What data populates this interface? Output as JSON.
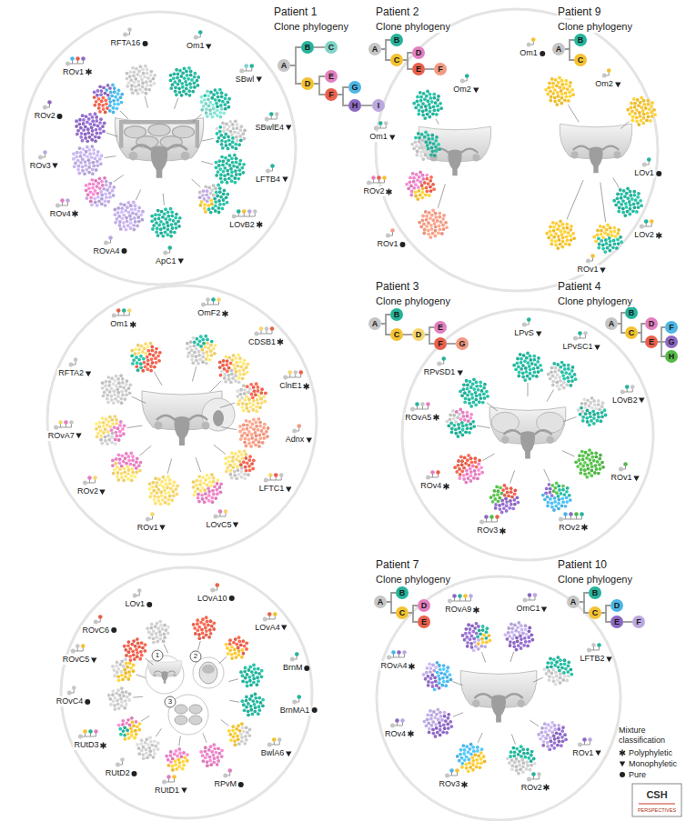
{
  "diagram": {
    "nodes": [
      {
        "text": [
          "A"
        ]
      },
      {
        "text": [
          "B"
        ]
      },
      {
        "text": [
          "C"
        ]
      },
      {
        "text": [
          "D"
        ]
      },
      {
        "text": [
          "E"
        ]
      },
      {
        "text": [
          "F"
        ]
      },
      {
        "text": [
          "G"
        ]
      },
      {
        "text": [
          "H"
        ]
      },
      {
        "text": [
          "I"
        ]
      },
      {
        "text": [
          "A"
        ]
      },
      {
        "text": [
          "B"
        ]
      },
      {
        "text": [
          "C"
        ]
      },
      {
        "text": [
          "D"
        ]
      },
      {
        "text": [
          "E"
        ]
      },
      {
        "text": [
          "F"
        ]
      },
      {
        "text": [
          "A"
        ]
      },
      {
        "text": [
          "B"
        ]
      },
      {
        "text": [
          "C"
        ]
      },
      {
        "text": [
          "A"
        ]
      },
      {
        "text": [
          "B"
        ]
      },
      {
        "text": [
          "C"
        ]
      },
      {
        "text": [
          "D"
        ]
      },
      {
        "text": [
          "E"
        ]
      },
      {
        "text": [
          "F"
        ]
      },
      {
        "text": [
          "G"
        ]
      },
      {
        "text": [
          "A"
        ]
      },
      {
        "text": [
          "B"
        ]
      },
      {
        "text": [
          "C"
        ]
      },
      {
        "text": [
          "D"
        ]
      },
      {
        "text": [
          "E"
        ]
      },
      {
        "text": [
          "F"
        ]
      },
      {
        "text": [
          "G"
        ]
      },
      {
        "text": [
          "H"
        ]
      },
      {
        "text": [
          "A"
        ]
      },
      {
        "text": [
          "B"
        ]
      },
      {
        "text": [
          "C"
        ]
      },
      {
        "text": [
          "D"
        ]
      },
      {
        "text": [
          "E"
        ]
      },
      {
        "text": [
          "A"
        ]
      },
      {
        "text": [
          "B"
        ]
      },
      {
        "text": [
          "C"
        ]
      },
      {
        "text": [
          "D"
        ]
      },
      {
        "text": [
          "E"
        ]
      },
      {
        "text": [
          "F"
        ]
      }
    ],
    "edges": [
      {
        "from": 0,
        "to": 1,
        "arrow": "none"
      },
      {
        "from": 1,
        "to": 2,
        "arrow": "none"
      },
      {
        "from": 0,
        "to": 3,
        "arrow": "none"
      },
      {
        "from": 3,
        "to": 4,
        "arrow": "none"
      },
      {
        "from": 3,
        "to": 5,
        "arrow": "none"
      },
      {
        "from": 5,
        "to": 6,
        "arrow": "none"
      },
      {
        "from": 5,
        "to": 7,
        "arrow": "none"
      },
      {
        "from": 7,
        "to": 8,
        "arrow": "none"
      },
      {
        "from": 9,
        "to": 10,
        "arrow": "none"
      },
      {
        "from": 9,
        "to": 11,
        "arrow": "none"
      },
      {
        "from": 11,
        "to": 12,
        "arrow": "none"
      },
      {
        "from": 11,
        "to": 13,
        "arrow": "none"
      },
      {
        "from": 13,
        "to": 14,
        "arrow": "none"
      },
      {
        "from": 15,
        "to": 16,
        "arrow": "none"
      },
      {
        "from": 15,
        "to": 17,
        "arrow": "none"
      },
      {
        "from": 18,
        "to": 19,
        "arrow": "none"
      },
      {
        "from": 18,
        "to": 20,
        "arrow": "none"
      },
      {
        "from": 20,
        "to": 21,
        "arrow": "none"
      },
      {
        "from": 21,
        "to": 22,
        "arrow": "none"
      },
      {
        "from": 21,
        "to": 23,
        "arrow": "none"
      },
      {
        "from": 23,
        "to": 24,
        "arrow": "none"
      },
      {
        "from": 25,
        "to": 26,
        "arrow": "none"
      },
      {
        "from": 25,
        "to": 27,
        "arrow": "none"
      },
      {
        "from": 27,
        "to": 28,
        "arrow": "none"
      },
      {
        "from": 27,
        "to": 29,
        "arrow": "none"
      },
      {
        "from": 29,
        "to": 30,
        "arrow": "none"
      },
      {
        "from": 29,
        "to": 31,
        "arrow": "none"
      },
      {
        "from": 29,
        "to": 32,
        "arrow": "none"
      },
      {
        "from": 33,
        "to": 34,
        "arrow": "none"
      },
      {
        "from": 33,
        "to": 35,
        "arrow": "none"
      },
      {
        "from": 35,
        "to": 36,
        "arrow": "none"
      },
      {
        "from": 35,
        "to": 37,
        "arrow": "none"
      },
      {
        "from": 38,
        "to": 39,
        "arrow": "none"
      },
      {
        "from": 38,
        "to": 40,
        "arrow": "none"
      },
      {
        "from": 40,
        "to": 41,
        "arrow": "none"
      },
      {
        "from": 40,
        "to": 42,
        "arrow": "none"
      },
      {
        "from": 42,
        "to": 43,
        "arrow": "none"
      }
    ],
    "labels": [
      "Patient 1",
      "Clone phylogeny",
      "RFTA16",
      "Om1",
      "SBwl",
      "SBwlE4",
      "LFTB4",
      "LOvB2",
      "ApC1",
      "ROvA4",
      "ROv4",
      "ROv3",
      "ROv2",
      "ROv1",
      "Patient 2",
      "Clone phylogeny",
      "Patient 9",
      "Clone phylogeny",
      "Om2",
      "Om1",
      "ROv2",
      "ROv1",
      "Om1",
      "Om2",
      "LOv1",
      "LOv2",
      "ROv1",
      "Patient 3",
      "Clone phylogeny",
      "Om1",
      "OmF2",
      "CDSB1",
      "ClnE1",
      "Adnx",
      "LFTC1",
      "LOvC5",
      "ROv1",
      "ROv2",
      "ROvA7",
      "RFTA2",
      "Patient 4",
      "Clone phylogeny",
      "LPvS",
      "LPvSC1",
      "LOvB2",
      "ROv1",
      "ROv2",
      "ROv3",
      "ROv4",
      "ROvA5",
      "RPvSD1",
      "Patient 7",
      "Clone phylogeny",
      "LOv1",
      "LOvA10",
      "LOvA4",
      "BrnM",
      "BrnMA1",
      "BwlA6",
      "RPvM",
      "RUtD1",
      "RUtD2",
      "RUtD3",
      "ROvC4",
      "ROvC5",
      "ROvC6",
      "1",
      "2",
      "3",
      "Patient 10",
      "Clone phylogeny",
      "ROvA9",
      "OmC1",
      "LFTB2",
      "ROv1",
      "ROv2",
      "ROv3",
      "ROv4",
      "ROvA4",
      "Mixture classification",
      "CSH",
      "PERSPECTIVES"
    ],
    "legend": [
      {
        "text": "Polyphyletic"
      },
      {
        "text": "Monophyletic"
      },
      {
        "text": "Pure"
      }
    ]
  }
}
